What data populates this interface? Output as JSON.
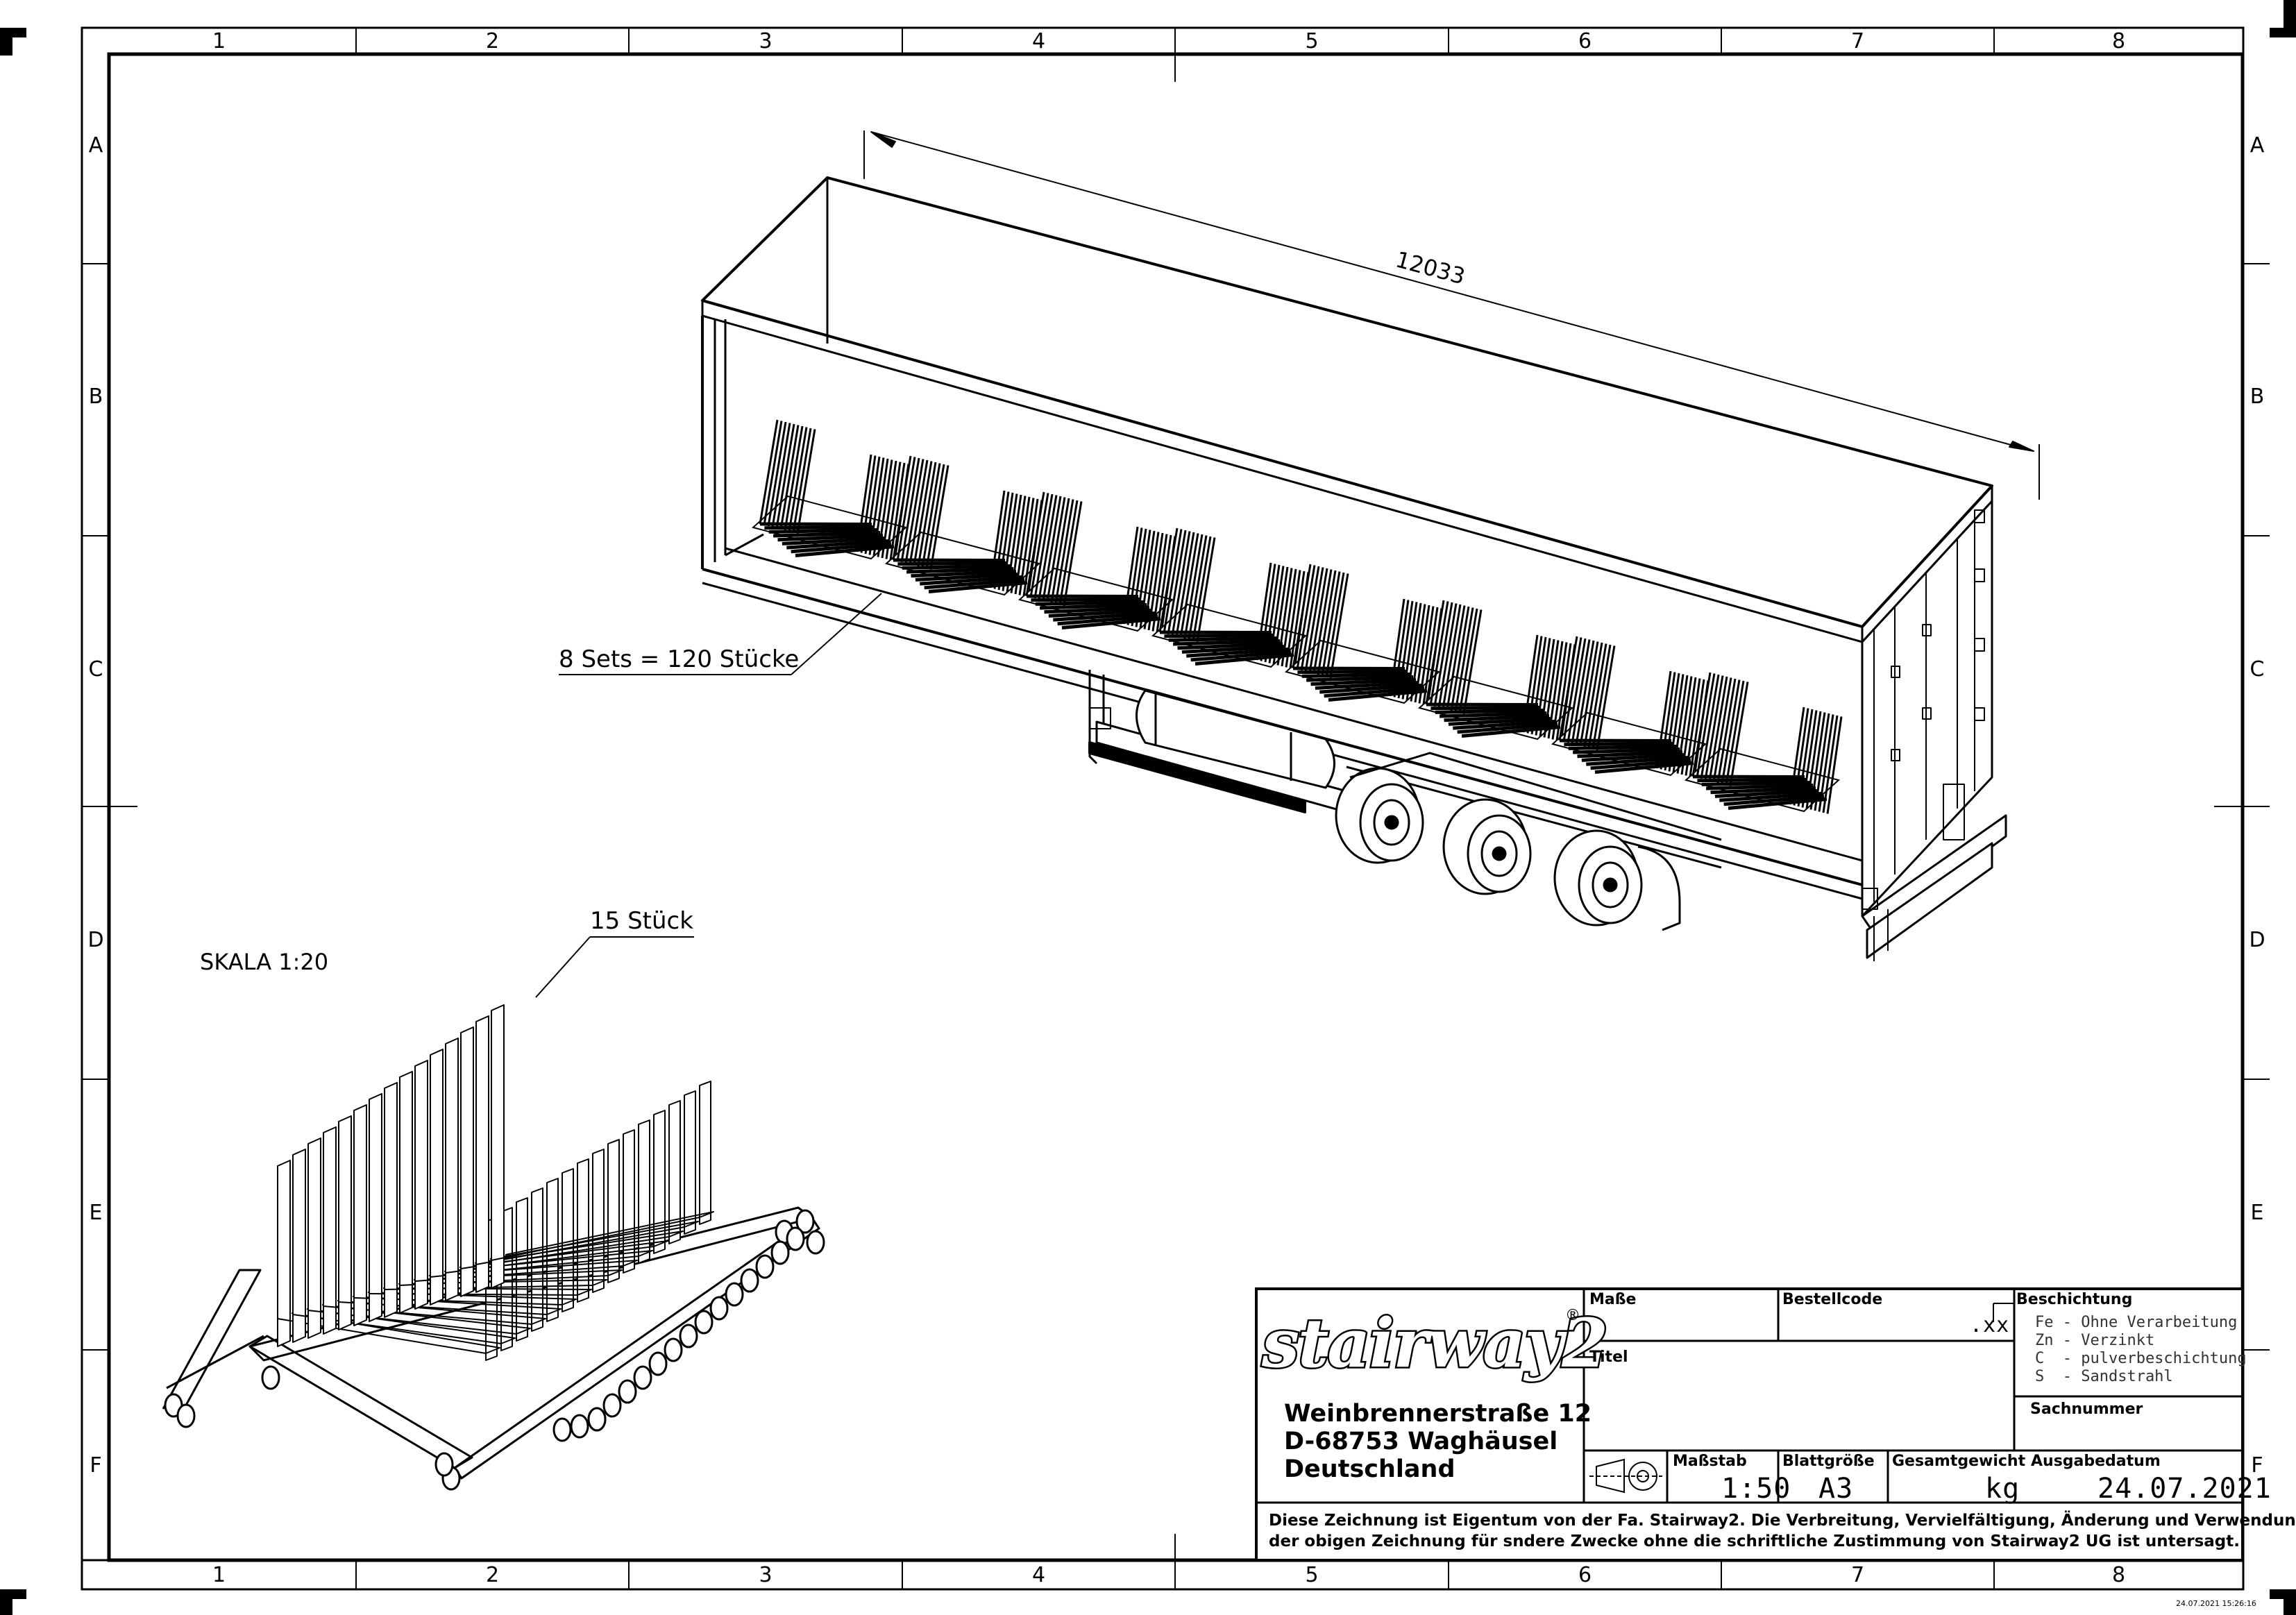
{
  "frame": {
    "columns": [
      "1",
      "2",
      "3",
      "4",
      "5",
      "6",
      "7",
      "8"
    ],
    "rows": [
      "A",
      "B",
      "C",
      "D",
      "E",
      "F"
    ]
  },
  "annotations": {
    "length_dimension": "12033",
    "sets_label": "8 Sets = 120 Stücke",
    "pieces_label": "15 Stück",
    "detail_scale": "SKALA 1:20"
  },
  "title_block": {
    "logo_text": "stairway2",
    "logo_reg": "®",
    "address": [
      "Weinbrennerstraße 12",
      "D-68753 Waghäusel",
      "Deutschland"
    ],
    "masse_label": "Maße",
    "bestellcode_label": "Bestellcode",
    "bestellcode_value": ".xx",
    "beschichtung_label": "Beschichtung",
    "beschichtung_options": [
      "Fe - Ohne Verarbeitung",
      "Zn - Verzinkt",
      "C  - pulverbeschichtung",
      "S  - Sandstrahl"
    ],
    "titel_label": "Titel",
    "sachnummer_label": "Sachnummer",
    "massstab_label": "Maßstab",
    "massstab_value": "1:50",
    "blattgroesse_label": "Blattgröße",
    "blattgroesse_value": "A3",
    "gesamtgewicht_label": "Gesamtgewicht",
    "gesamtgewicht_unit": "kg",
    "ausgabedatum_label": "Ausgabedatum",
    "ausgabedatum_value": "24.07.2021",
    "notice_line1": "Diese Zeichnung ist Eigentum von der Fa. Stairway2. Die Verbreitung, Vervielfältigung, Änderung und Verwendung",
    "notice_line2": "der obigen Zeichnung für sndere Zwecke ohne die schriftliche Zustimmung von Stairway2 UG ist untersagt."
  },
  "timestamp": "24.07.2021 15:26:16"
}
